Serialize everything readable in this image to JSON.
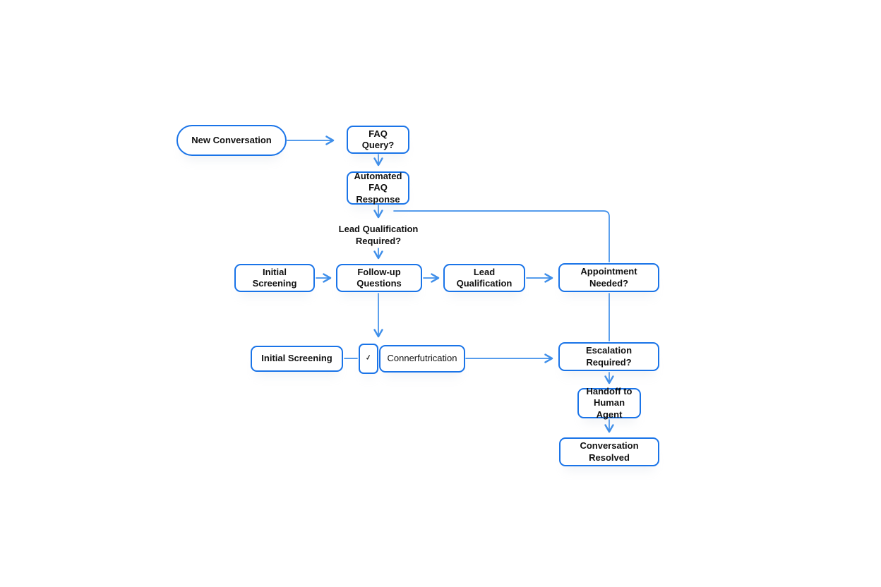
{
  "diagram": {
    "type": "flowchart",
    "background": "#ffffff",
    "colors": {
      "node_border": "#1a74e8",
      "edge": "#3f8fea",
      "text": "#111111"
    },
    "nodes": {
      "new_conversation": {
        "label": "New Conversation",
        "shape": "stadium"
      },
      "faq_query": {
        "label": "FAQ Query?",
        "shape": "rect"
      },
      "automated_faq": {
        "label": "Automated FAQ Response",
        "shape": "rect"
      },
      "lead_qual_required": {
        "label": "Lead Qualification Required?",
        "shape": "text"
      },
      "initial_screening_1": {
        "label": "Initial Screening",
        "shape": "rect"
      },
      "followup_questions": {
        "label": "Follow-up Questions",
        "shape": "rect"
      },
      "lead_qualification": {
        "label": "Lead Qualification",
        "shape": "rect"
      },
      "appointment_needed": {
        "label": "Appointment Needed?",
        "shape": "rect"
      },
      "initial_screening_2": {
        "label": "Initial Screening",
        "shape": "rect"
      },
      "tick_connector": {
        "label": "",
        "shape": "small-rect",
        "icon": "tick-icon"
      },
      "confirmation": {
        "label": "Connerfutrication",
        "shape": "rect"
      },
      "escalation_required": {
        "label": "Escalation Required?",
        "shape": "rect"
      },
      "handoff_human": {
        "label": "Handoff to Human Agent",
        "shape": "rect"
      },
      "conversation_resolved": {
        "label": "Conversation Resolved",
        "shape": "rect"
      }
    },
    "icons": {
      "tick": "✓"
    },
    "edges": [
      {
        "from": "new_conversation",
        "to": "faq_query",
        "arrow": true
      },
      {
        "from": "faq_query",
        "to": "automated_faq",
        "arrow": true
      },
      {
        "from": "automated_faq",
        "to": "lead_qual_required",
        "arrow": true
      },
      {
        "from": "automated_faq",
        "to": "appointment_needed",
        "arrow": false
      },
      {
        "from": "lead_qual_required",
        "to": "followup_questions",
        "arrow": true
      },
      {
        "from": "initial_screening_1",
        "to": "followup_questions",
        "arrow": true
      },
      {
        "from": "followup_questions",
        "to": "lead_qualification",
        "arrow": true
      },
      {
        "from": "lead_qualification",
        "to": "appointment_needed",
        "arrow": true
      },
      {
        "from": "followup_questions",
        "to": "confirmation",
        "arrow": true
      },
      {
        "from": "initial_screening_2",
        "to": "tick_connector",
        "arrow": false
      },
      {
        "from": "confirmation",
        "to": "escalation_required",
        "arrow": true
      },
      {
        "from": "appointment_needed",
        "to": "escalation_required",
        "arrow": false
      },
      {
        "from": "escalation_required",
        "to": "handoff_human",
        "arrow": true
      },
      {
        "from": "handoff_human",
        "to": "conversation_resolved",
        "arrow": true
      }
    ]
  }
}
